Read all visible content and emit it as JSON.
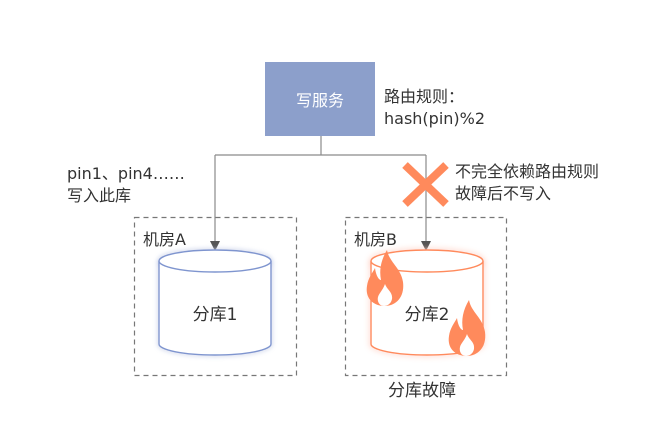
{
  "service": {
    "label": "写服务",
    "color": "#8C9FCB"
  },
  "routing_rule": {
    "line1": "路由规则：",
    "line2": "hash(pin)%2"
  },
  "left_branch": {
    "line1": "pin1、pin4……",
    "line2": "写入此库"
  },
  "right_branch": {
    "blocked_icon": "cross-icon",
    "line1": "不完全依赖路由规则",
    "line2": "故障后不写入"
  },
  "rooms": [
    {
      "label": "机房A",
      "database": {
        "label": "分库1",
        "status": "normal",
        "stroke": "#7F95CF"
      }
    },
    {
      "label": "机房B",
      "database": {
        "label": "分库2",
        "status": "fault",
        "stroke": "#FF8A5C",
        "icon": "fire-icon"
      }
    }
  ],
  "fault_caption": "分库故障",
  "colors": {
    "accent_fault": "#FF8A5C",
    "line": "#8A8A8A",
    "dashed_border": "#777777"
  }
}
